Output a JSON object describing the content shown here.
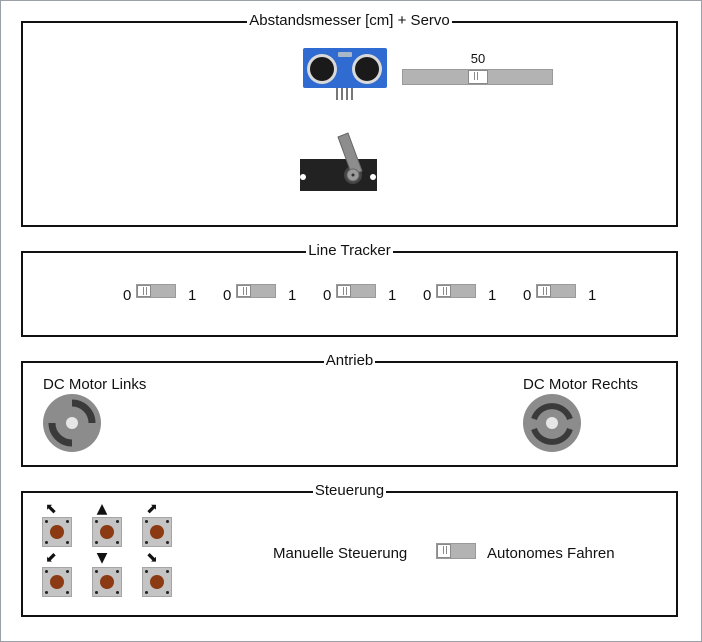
{
  "groups": {
    "distance_servo": {
      "title": "Abstandsmesser [cm] + Servo",
      "slider_value": "50",
      "slider_level_percent": 50
    },
    "line_tracker": {
      "title": "Line Tracker",
      "switches": [
        {
          "low": "0",
          "high": "1"
        },
        {
          "low": "0",
          "high": "1"
        },
        {
          "low": "0",
          "high": "1"
        },
        {
          "low": "0",
          "high": "1"
        },
        {
          "low": "0",
          "high": "1"
        }
      ]
    },
    "drive": {
      "title": "Antrieb",
      "motor_left": "DC Motor Links",
      "motor_right": "DC Motor Rechts"
    },
    "control": {
      "title": "Steuerung",
      "arrows": [
        "⬉",
        "▲",
        "⬈",
        "⬋",
        "▼",
        "⬊"
      ],
      "mode_manual": "Manuelle Steuerung",
      "mode_auto": "Autonomes Fahren"
    }
  },
  "colors": {
    "sensor_board": "#2f6bd1",
    "button_cap": "#8b3a13",
    "motor_gray": "#8c8c8c",
    "switch_track": "#b3b3b3"
  }
}
